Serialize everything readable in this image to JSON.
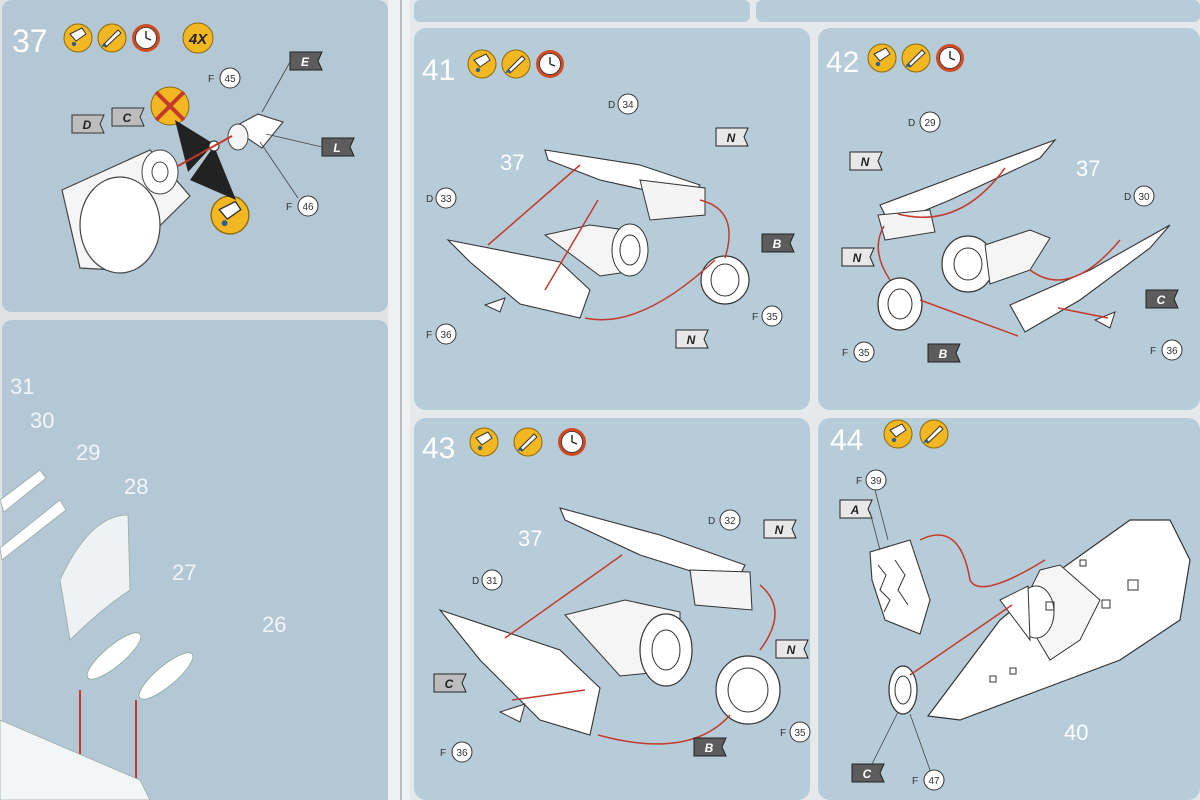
{
  "colors": {
    "panel": "#b7ccd9",
    "panel_left": "#b3c7d4",
    "paper": "#e9ecee",
    "icon_yellow": "#f3b722",
    "arrow_red": "#c33a2b",
    "clock_ring": "#d04a22",
    "flag_dark": "#5c5c5c",
    "flag_light": "#bdbdbd"
  },
  "icons": [
    "glue-tube-icon",
    "paint-brush-icon",
    "clock-icon",
    "no-glue-icon"
  ],
  "left_page": {
    "step37": {
      "number": "37",
      "multiplier": "4X",
      "parts": [
        {
          "code": "F",
          "num": "45"
        },
        {
          "code": "F",
          "num": "46"
        }
      ],
      "flags": [
        "D",
        "C",
        "E",
        "L"
      ]
    },
    "step_below": {
      "numbers": [
        "31",
        "30",
        "29",
        "28",
        "27",
        "26"
      ]
    }
  },
  "right_page": {
    "step41": {
      "number": "41",
      "parts": [
        {
          "code": "D",
          "num": "34"
        },
        {
          "code": "D",
          "num": "33"
        },
        {
          "code": "F",
          "num": "36"
        },
        {
          "code": "F",
          "num": "35"
        }
      ],
      "label": "37",
      "flags": [
        "N",
        "B",
        "N"
      ]
    },
    "step42": {
      "number": "42",
      "parts": [
        {
          "code": "D",
          "num": "29"
        },
        {
          "code": "D",
          "num": "30"
        },
        {
          "code": "F",
          "num": "35"
        },
        {
          "code": "F",
          "num": "36"
        }
      ],
      "label": "37",
      "flags": [
        "N",
        "N",
        "B",
        "C"
      ]
    },
    "step43": {
      "number": "43",
      "parts": [
        {
          "code": "D",
          "num": "32"
        },
        {
          "code": "D",
          "num": "31"
        },
        {
          "code": "F",
          "num": "35"
        },
        {
          "code": "F",
          "num": "36"
        }
      ],
      "label": "37",
      "flags": [
        "N",
        "N",
        "C",
        "B"
      ]
    },
    "step44": {
      "number": "44",
      "parts": [
        {
          "code": "F",
          "num": "39"
        },
        {
          "code": "F",
          "num": "47"
        }
      ],
      "label": "40",
      "flags": [
        "A",
        "C"
      ]
    }
  }
}
